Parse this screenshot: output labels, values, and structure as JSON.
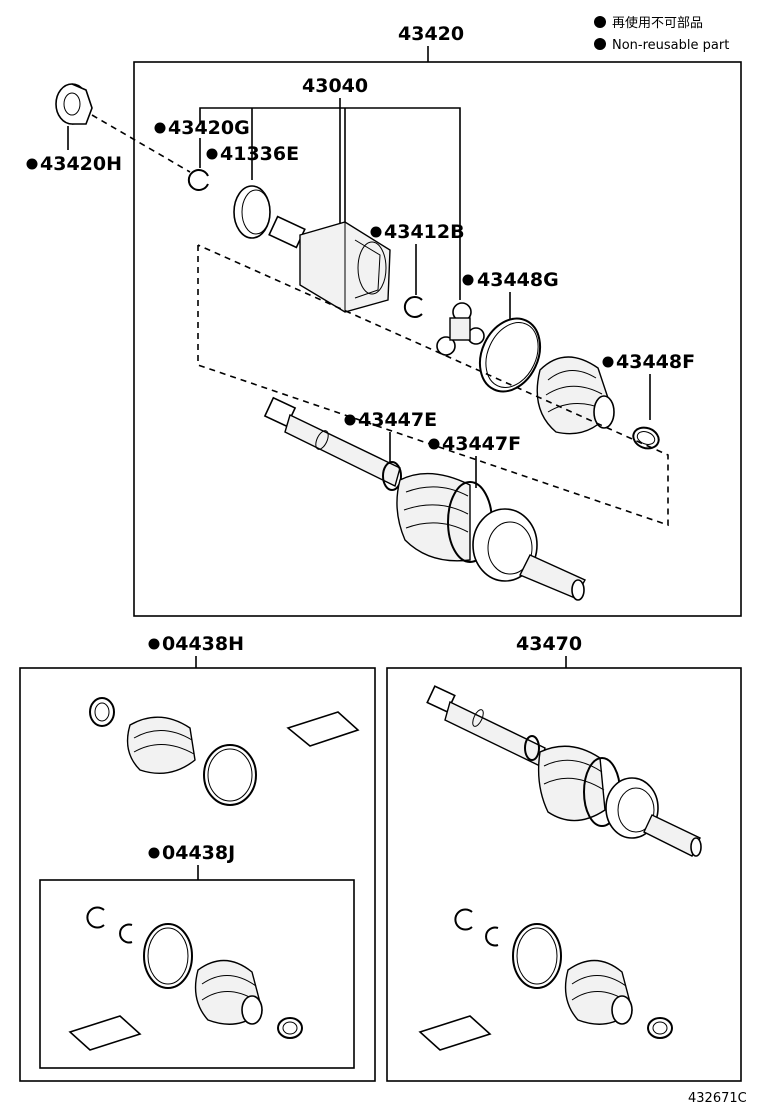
{
  "legend": {
    "line1": "再使用不可部品",
    "line2": "Non-reusable part"
  },
  "labels": {
    "assy_main": "43420",
    "inner_joint": "43040",
    "p_43420G": "43420G",
    "p_43420H": "43420H",
    "p_41336E": "41336E",
    "p_43412B": "43412B",
    "p_43448G": "43448G",
    "p_43448F": "43448F",
    "p_43447E": "43447E",
    "p_43447F": "43447F",
    "kit_h": "04438H",
    "kit_j": "04438J",
    "shaft": "43470",
    "diagram_id": "432671C"
  },
  "colors": {
    "ink": "#000000",
    "paper": "#ffffff"
  }
}
